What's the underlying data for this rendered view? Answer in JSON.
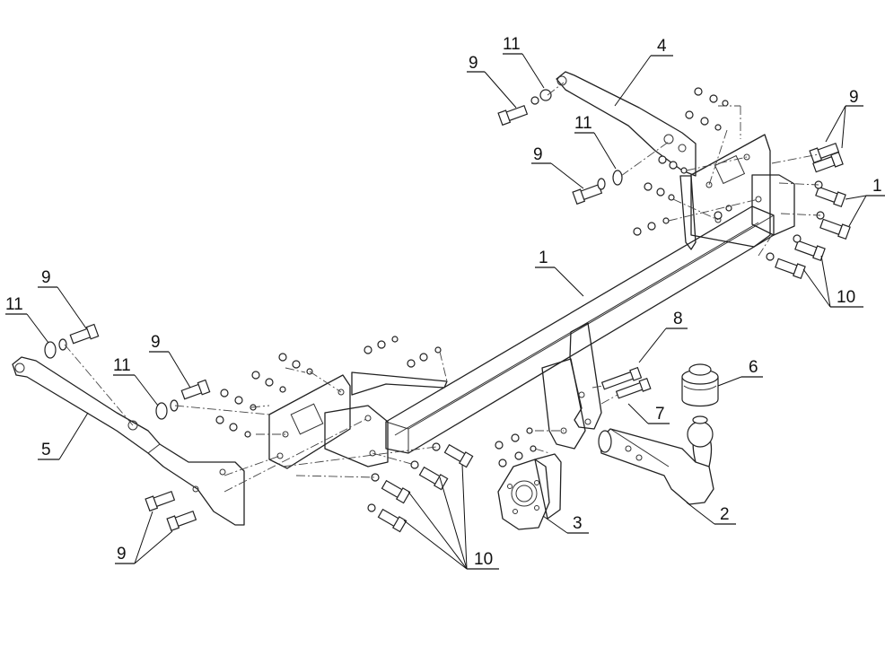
{
  "callouts": [
    {
      "id": "c1a",
      "text": "1"
    },
    {
      "id": "c1b",
      "text": "1"
    },
    {
      "id": "c2",
      "text": "2"
    },
    {
      "id": "c3",
      "text": "3"
    },
    {
      "id": "c4",
      "text": "4"
    },
    {
      "id": "c5",
      "text": "5"
    },
    {
      "id": "c6",
      "text": "6"
    },
    {
      "id": "c7",
      "text": "7"
    },
    {
      "id": "c8",
      "text": "8"
    },
    {
      "id": "c9a",
      "text": "9"
    },
    {
      "id": "c9b",
      "text": "9"
    },
    {
      "id": "c9c",
      "text": "9"
    },
    {
      "id": "c9d",
      "text": "9"
    },
    {
      "id": "c9e",
      "text": "9"
    },
    {
      "id": "c9f",
      "text": "9"
    },
    {
      "id": "c10a",
      "text": "10"
    },
    {
      "id": "c10b",
      "text": "10"
    },
    {
      "id": "c11a",
      "text": "11"
    },
    {
      "id": "c11b",
      "text": "11"
    },
    {
      "id": "c11c",
      "text": "11"
    },
    {
      "id": "c11d",
      "text": "11"
    }
  ]
}
